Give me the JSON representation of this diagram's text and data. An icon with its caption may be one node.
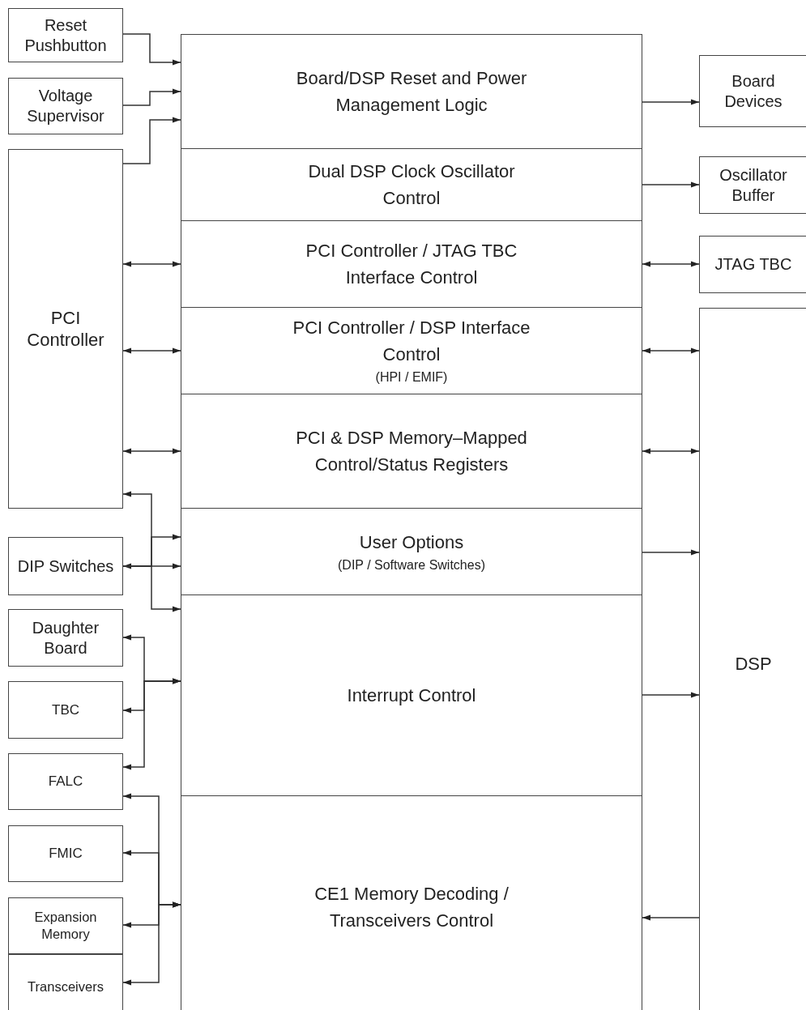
{
  "diagram": {
    "nodes": [
      {
        "text": [
          "Reset Pushbutton"
        ]
      },
      {
        "text": [
          "Voltage Supervisor"
        ]
      },
      {
        "text": [
          "PCI Controller"
        ]
      },
      {
        "text": [
          "DIP Switches"
        ]
      },
      {
        "text": [
          "Daughter Board"
        ]
      },
      {
        "text": [
          "TBC"
        ]
      },
      {
        "text": [
          "FALC"
        ]
      },
      {
        "text": [
          "FMIC"
        ]
      },
      {
        "text": [
          "Expansion Memory"
        ]
      },
      {
        "text": [
          "Transceivers"
        ]
      },
      {
        "text": [
          "Board/DSP Reset  and Power Management Logic"
        ]
      },
      {
        "text": [
          "Dual DSP Clock Oscillator Control"
        ]
      },
      {
        "text": [
          "PCI  Controller / JTAG TBC Interface Control"
        ]
      },
      {
        "text": [
          "PCI  Controller / DSP Interface Control",
          "(HPI / EMIF)"
        ]
      },
      {
        "text": [
          "PCI & DSP Memory–Mapped Control/Status Registers"
        ]
      },
      {
        "text": [
          "User Options",
          "(DIP / Software Switches)"
        ]
      },
      {
        "text": [
          "Interrupt Control"
        ]
      },
      {
        "text": [
          "CE1 Memory Decoding  / Transceivers Control"
        ]
      },
      {
        "text": [
          "Board Devices"
        ]
      },
      {
        "text": [
          "Oscillator Buffer"
        ]
      },
      {
        "text": [
          "JTAG TBC"
        ]
      },
      {
        "text": [
          "DSP"
        ]
      }
    ],
    "edges": [
      {
        "from": 0,
        "to": 10,
        "arrow": "to"
      },
      {
        "from": 1,
        "to": 10,
        "arrow": "to"
      },
      {
        "from": 2,
        "to": 10,
        "arrow": "to"
      },
      {
        "from": 10,
        "to": 18,
        "arrow": "to"
      },
      {
        "from": 11,
        "to": 19,
        "arrow": "to"
      },
      {
        "from": 2,
        "to": 12,
        "arrow": "both"
      },
      {
        "from": 12,
        "to": 20,
        "arrow": "both"
      },
      {
        "from": 2,
        "to": 13,
        "arrow": "both"
      },
      {
        "from": 13,
        "to": 21,
        "arrow": "both"
      },
      {
        "from": 2,
        "to": 14,
        "arrow": "both"
      },
      {
        "from": 14,
        "to": 21,
        "arrow": "both"
      },
      {
        "from": 15,
        "to": 21,
        "arrow": "to"
      },
      {
        "from": 16,
        "to": 21,
        "arrow": "to"
      },
      {
        "from": 21,
        "to": 17,
        "arrow": "to"
      },
      {
        "from": 3,
        "to": 2,
        "arrow": "to"
      },
      {
        "from": 3,
        "to": 15,
        "arrow": "to"
      },
      {
        "from": 3,
        "to": 15,
        "arrow": "both"
      },
      {
        "from": 3,
        "to": 16,
        "arrow": "to"
      },
      {
        "from": 16,
        "to": 4,
        "arrow": "both"
      },
      {
        "from": 16,
        "to": 5,
        "arrow": "both"
      },
      {
        "from": 16,
        "to": 6,
        "arrow": "both"
      },
      {
        "from": 17,
        "to": 6,
        "arrow": "both"
      },
      {
        "from": 17,
        "to": 7,
        "arrow": "both"
      },
      {
        "from": 17,
        "to": 8,
        "arrow": "both"
      },
      {
        "from": 17,
        "to": 9,
        "arrow": "both"
      }
    ]
  }
}
